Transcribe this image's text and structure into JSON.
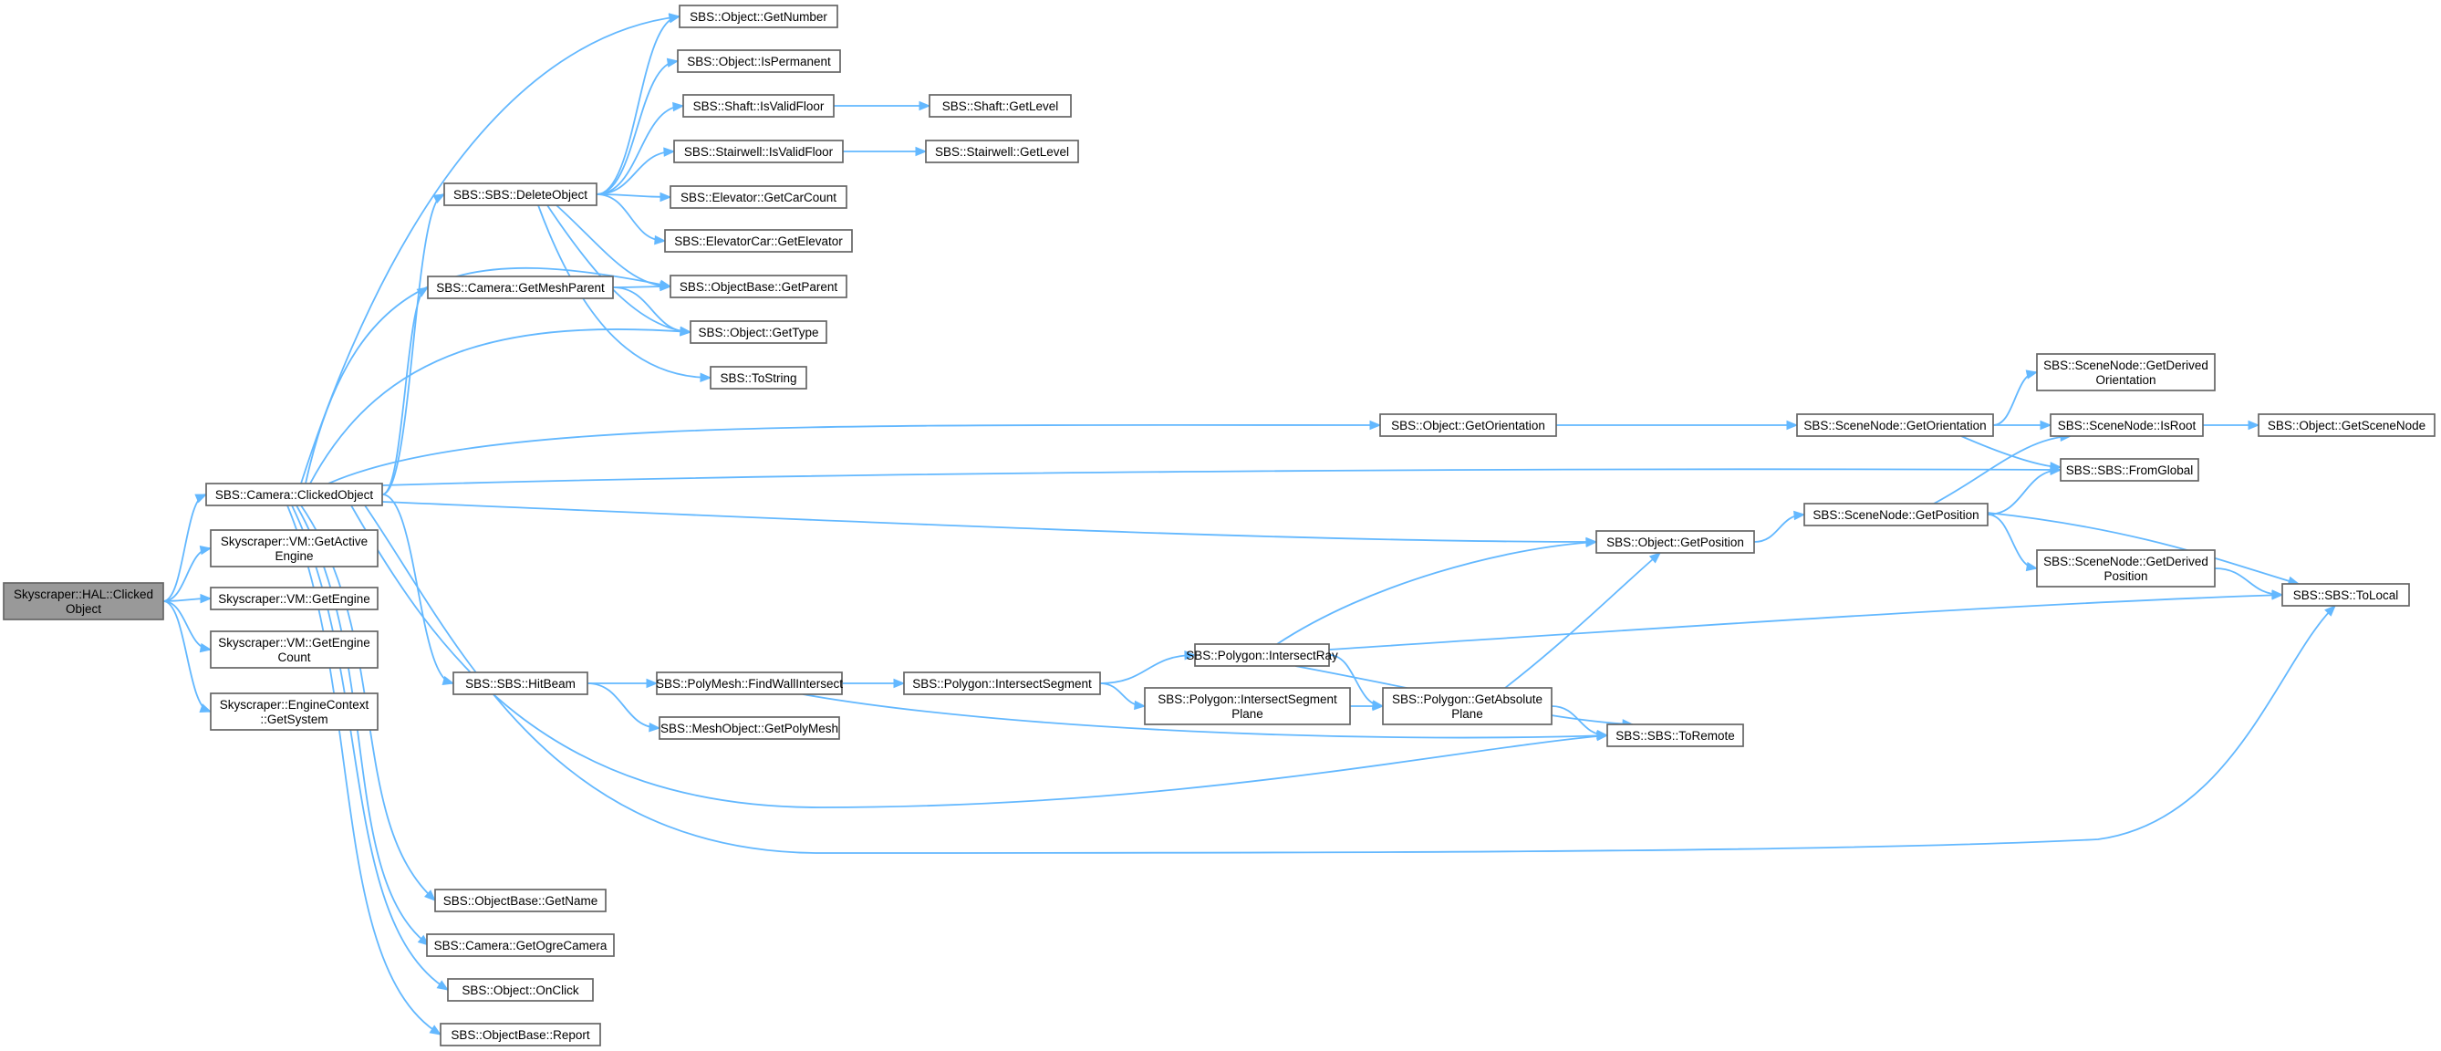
{
  "graph": {
    "edge_color": "#63b8ff",
    "node_border_color": "#666666",
    "root_fill_color": "#999999",
    "nodes": [
      {
        "id": "root",
        "lines": [
          "Skyscraper::HAL::Clicked",
          "Object"
        ],
        "root": true
      },
      {
        "id": "clicked",
        "lines": [
          "SBS::Camera::ClickedObject"
        ]
      },
      {
        "id": "getactive",
        "lines": [
          "Skyscraper::VM::GetActive",
          "Engine"
        ]
      },
      {
        "id": "getengine",
        "lines": [
          "Skyscraper::VM::GetEngine"
        ]
      },
      {
        "id": "getenginecount",
        "lines": [
          "Skyscraper::VM::GetEngine",
          "Count"
        ]
      },
      {
        "id": "getsystem",
        "lines": [
          "Skyscraper::EngineContext",
          "::GetSystem"
        ]
      },
      {
        "id": "deleteobject",
        "lines": [
          "SBS::SBS::DeleteObject"
        ]
      },
      {
        "id": "getmeshparent",
        "lines": [
          "SBS::Camera::GetMeshParent"
        ]
      },
      {
        "id": "hitbeam",
        "lines": [
          "SBS::SBS::HitBeam"
        ]
      },
      {
        "id": "getname",
        "lines": [
          "SBS::ObjectBase::GetName"
        ]
      },
      {
        "id": "getogrecamera",
        "lines": [
          "SBS::Camera::GetOgreCamera"
        ]
      },
      {
        "id": "onclick",
        "lines": [
          "SBS::Object::OnClick"
        ]
      },
      {
        "id": "report",
        "lines": [
          "SBS::ObjectBase::Report"
        ]
      },
      {
        "id": "getnumber",
        "lines": [
          "SBS::Object::GetNumber"
        ]
      },
      {
        "id": "ispermanent",
        "lines": [
          "SBS::Object::IsPermanent"
        ]
      },
      {
        "id": "shaftvalid",
        "lines": [
          "SBS::Shaft::IsValidFloor"
        ]
      },
      {
        "id": "stairvalid",
        "lines": [
          "SBS::Stairwell::IsValidFloor"
        ]
      },
      {
        "id": "carcount",
        "lines": [
          "SBS::Elevator::GetCarCount"
        ]
      },
      {
        "id": "getelevator",
        "lines": [
          "SBS::ElevatorCar::GetElevator"
        ]
      },
      {
        "id": "getparent",
        "lines": [
          "SBS::ObjectBase::GetParent"
        ]
      },
      {
        "id": "gettype",
        "lines": [
          "SBS::Object::GetType"
        ]
      },
      {
        "id": "tostring",
        "lines": [
          "SBS::ToString"
        ]
      },
      {
        "id": "shaftlevel",
        "lines": [
          "SBS::Shaft::GetLevel"
        ]
      },
      {
        "id": "stairlevel",
        "lines": [
          "SBS::Stairwell::GetLevel"
        ]
      },
      {
        "id": "objorient",
        "lines": [
          "SBS::Object::GetOrientation"
        ]
      },
      {
        "id": "snorient",
        "lines": [
          "SBS::SceneNode::GetOrientation"
        ]
      },
      {
        "id": "derivedorient",
        "lines": [
          "SBS::SceneNode::GetDerived",
          "Orientation"
        ]
      },
      {
        "id": "isroot",
        "lines": [
          "SBS::SceneNode::IsRoot"
        ]
      },
      {
        "id": "getscenenode",
        "lines": [
          "SBS::Object::GetSceneNode"
        ]
      },
      {
        "id": "fromglobal",
        "lines": [
          "SBS::SBS::FromGlobal"
        ]
      },
      {
        "id": "objpos",
        "lines": [
          "SBS::Object::GetPosition"
        ]
      },
      {
        "id": "snpos",
        "lines": [
          "SBS::SceneNode::GetPosition"
        ]
      },
      {
        "id": "derivedpos",
        "lines": [
          "SBS::SceneNode::GetDerived",
          "Position"
        ]
      },
      {
        "id": "tolocal",
        "lines": [
          "SBS::SBS::ToLocal"
        ]
      },
      {
        "id": "findwall",
        "lines": [
          "SBS::PolyMesh::FindWallIntersect"
        ]
      },
      {
        "id": "getpolymesh",
        "lines": [
          "SBS::MeshObject::GetPolyMesh"
        ]
      },
      {
        "id": "intseg",
        "lines": [
          "SBS::Polygon::IntersectSegment"
        ]
      },
      {
        "id": "intray",
        "lines": [
          "SBS::Polygon::IntersectRay"
        ]
      },
      {
        "id": "intsegplane",
        "lines": [
          "SBS::Polygon::IntersectSegment",
          "Plane"
        ]
      },
      {
        "id": "absplane",
        "lines": [
          "SBS::Polygon::GetAbsolute",
          "Plane"
        ]
      },
      {
        "id": "toremote",
        "lines": [
          "SBS::SBS::ToRemote"
        ]
      }
    ],
    "edges": [
      [
        "root",
        "clicked"
      ],
      [
        "root",
        "getactive"
      ],
      [
        "root",
        "getengine"
      ],
      [
        "root",
        "getenginecount"
      ],
      [
        "root",
        "getsystem"
      ],
      [
        "clicked",
        "deleteobject"
      ],
      [
        "clicked",
        "getmeshparent"
      ],
      [
        "clicked",
        "hitbeam"
      ],
      [
        "clicked",
        "getname"
      ],
      [
        "clicked",
        "getogrecamera"
      ],
      [
        "clicked",
        "onclick"
      ],
      [
        "clicked",
        "report"
      ],
      [
        "clicked",
        "getnumber"
      ],
      [
        "clicked",
        "getparent"
      ],
      [
        "clicked",
        "gettype"
      ],
      [
        "clicked",
        "objorient"
      ],
      [
        "clicked",
        "fromglobal"
      ],
      [
        "clicked",
        "objpos"
      ],
      [
        "clicked",
        "toremote"
      ],
      [
        "clicked",
        "tolocal"
      ],
      [
        "deleteobject",
        "getnumber"
      ],
      [
        "deleteobject",
        "ispermanent"
      ],
      [
        "deleteobject",
        "shaftvalid"
      ],
      [
        "deleteobject",
        "stairvalid"
      ],
      [
        "deleteobject",
        "carcount"
      ],
      [
        "deleteobject",
        "getelevator"
      ],
      [
        "deleteobject",
        "getparent"
      ],
      [
        "deleteobject",
        "gettype"
      ],
      [
        "deleteobject",
        "tostring"
      ],
      [
        "getmeshparent",
        "getparent"
      ],
      [
        "getmeshparent",
        "gettype"
      ],
      [
        "shaftvalid",
        "shaftlevel"
      ],
      [
        "stairvalid",
        "stairlevel"
      ],
      [
        "objorient",
        "snorient"
      ],
      [
        "snorient",
        "derivedorient"
      ],
      [
        "snorient",
        "isroot"
      ],
      [
        "snorient",
        "fromglobal"
      ],
      [
        "isroot",
        "getscenenode"
      ],
      [
        "objpos",
        "snpos"
      ],
      [
        "snpos",
        "isroot"
      ],
      [
        "snpos",
        "fromglobal"
      ],
      [
        "snpos",
        "derivedpos"
      ],
      [
        "snpos",
        "tolocal"
      ],
      [
        "derivedpos",
        "tolocal"
      ],
      [
        "hitbeam",
        "findwall"
      ],
      [
        "hitbeam",
        "getpolymesh"
      ],
      [
        "findwall",
        "intseg"
      ],
      [
        "findwall",
        "toremote"
      ],
      [
        "intseg",
        "intray"
      ],
      [
        "intseg",
        "intsegplane"
      ],
      [
        "intray",
        "objpos"
      ],
      [
        "intray",
        "absplane"
      ],
      [
        "intray",
        "toremote"
      ],
      [
        "intray",
        "tolocal"
      ],
      [
        "intsegplane",
        "absplane"
      ],
      [
        "absplane",
        "objpos"
      ],
      [
        "absplane",
        "toremote"
      ]
    ]
  }
}
